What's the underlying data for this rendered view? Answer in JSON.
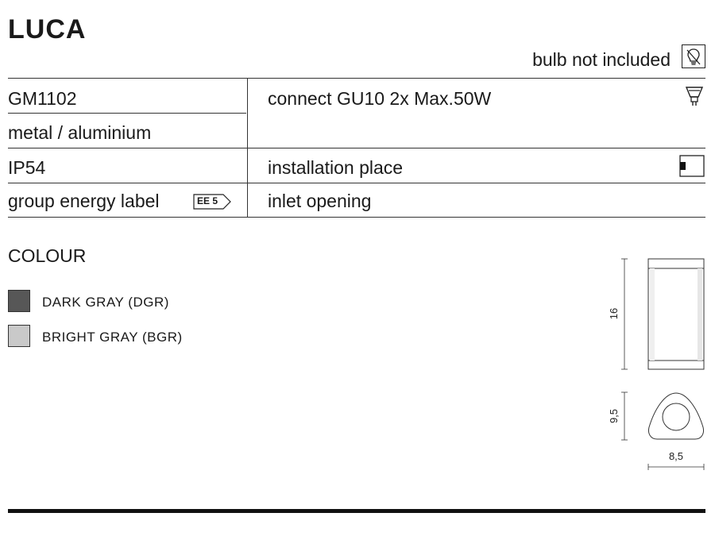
{
  "header": {
    "title": "LUCA",
    "bulb_note": "bulb not included",
    "bulb_icon": "bulb-not-included-icon"
  },
  "specs": {
    "code": "GM1102",
    "material": "metal / aluminium",
    "ip": "IP54",
    "energy_label": "group energy label",
    "energy_badge": "EE 5",
    "connect": "connect GU10 2x Max.50W",
    "installation": "installation place",
    "inlet": "inlet opening"
  },
  "colour": {
    "heading": "COLOUR",
    "options": [
      {
        "label": "DARK GRAY (DGR)",
        "color": "#575757"
      },
      {
        "label": "BRIGHT GRAY (BGR)",
        "color": "#c9c9c9"
      }
    ]
  },
  "dimensions": {
    "height": "16",
    "depth": "9,5",
    "width": "8,5"
  }
}
